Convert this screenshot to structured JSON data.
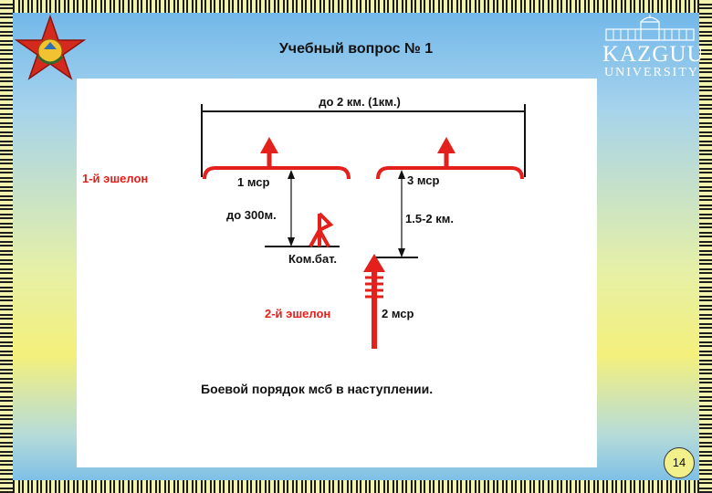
{
  "slide": {
    "title": "Учебный вопрос № 1",
    "page_number": "14"
  },
  "logo": {
    "name": "KAZGUU",
    "subtitle": "UNIVERSITY"
  },
  "diagram": {
    "front_width": "до 2 км. (1км.)",
    "echelon_1": "1-й эшелон",
    "echelon_2": "2-й эшелон",
    "unit_1": "1 мср",
    "unit_3": "3 мср",
    "unit_2": "2 мср",
    "dist_300": "до 300м.",
    "dist_15": "1.5-2 км.",
    "commander": "Ком.бат.",
    "caption": "Боевой порядок мсб в наступлении."
  },
  "colors": {
    "symbol_red": "#e3201b",
    "line_black": "#111111"
  }
}
